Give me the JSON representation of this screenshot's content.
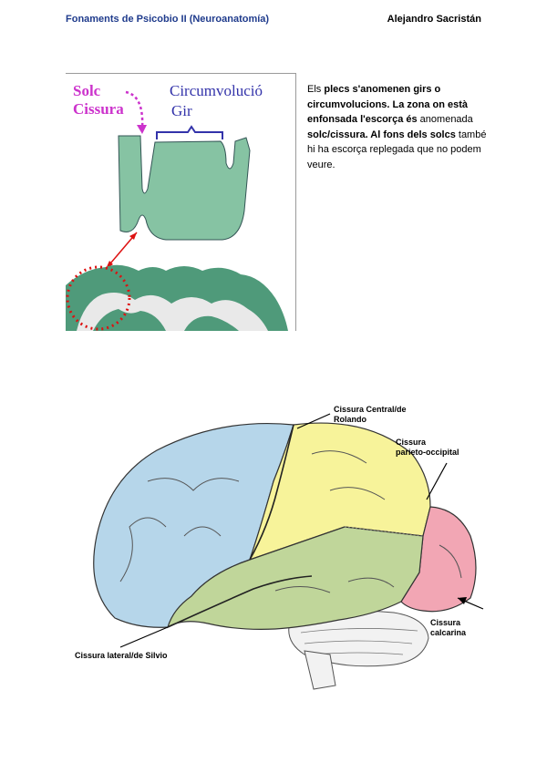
{
  "header": {
    "left": "Fonaments de Psicobio II (Neuroanatomía)",
    "right": "Alejandro Sacristán"
  },
  "figure1": {
    "label_solc": "Solc",
    "label_cissura": "Cissura",
    "label_circumvolucio": "Circumvolució",
    "label_gir": "Gir"
  },
  "paragraph": {
    "p1": "Els ",
    "b1": "plecs s'anomenen girs o circumvolucions. La zona on està enfonsada l'escorça és",
    "p2": " anomenada ",
    "b2": "solc/cissura. Al fons dels solcs",
    "p3": " també hi ha escorça replegada que no podem veure."
  },
  "figure2": {
    "label_central_1": "Cissura Central/de",
    "label_central_2": "Rolando",
    "label_po_1": "Cissura",
    "label_po_2": "parieto-occipital",
    "label_calcarina_1": "Cissura",
    "label_calcarina_2": "calcarina",
    "label_lateral": "Cissura lateral/de Silvio"
  },
  "colors": {
    "header_blue": "#1f3b8c",
    "cortex_green": "#86c3a3",
    "solc_magenta": "#cc33cc",
    "gir_blue": "#3333aa",
    "frontal": "#b6d6ea",
    "parietal": "#f7f39a",
    "temporal": "#c0d69a",
    "occipital": "#f2a6b4"
  }
}
